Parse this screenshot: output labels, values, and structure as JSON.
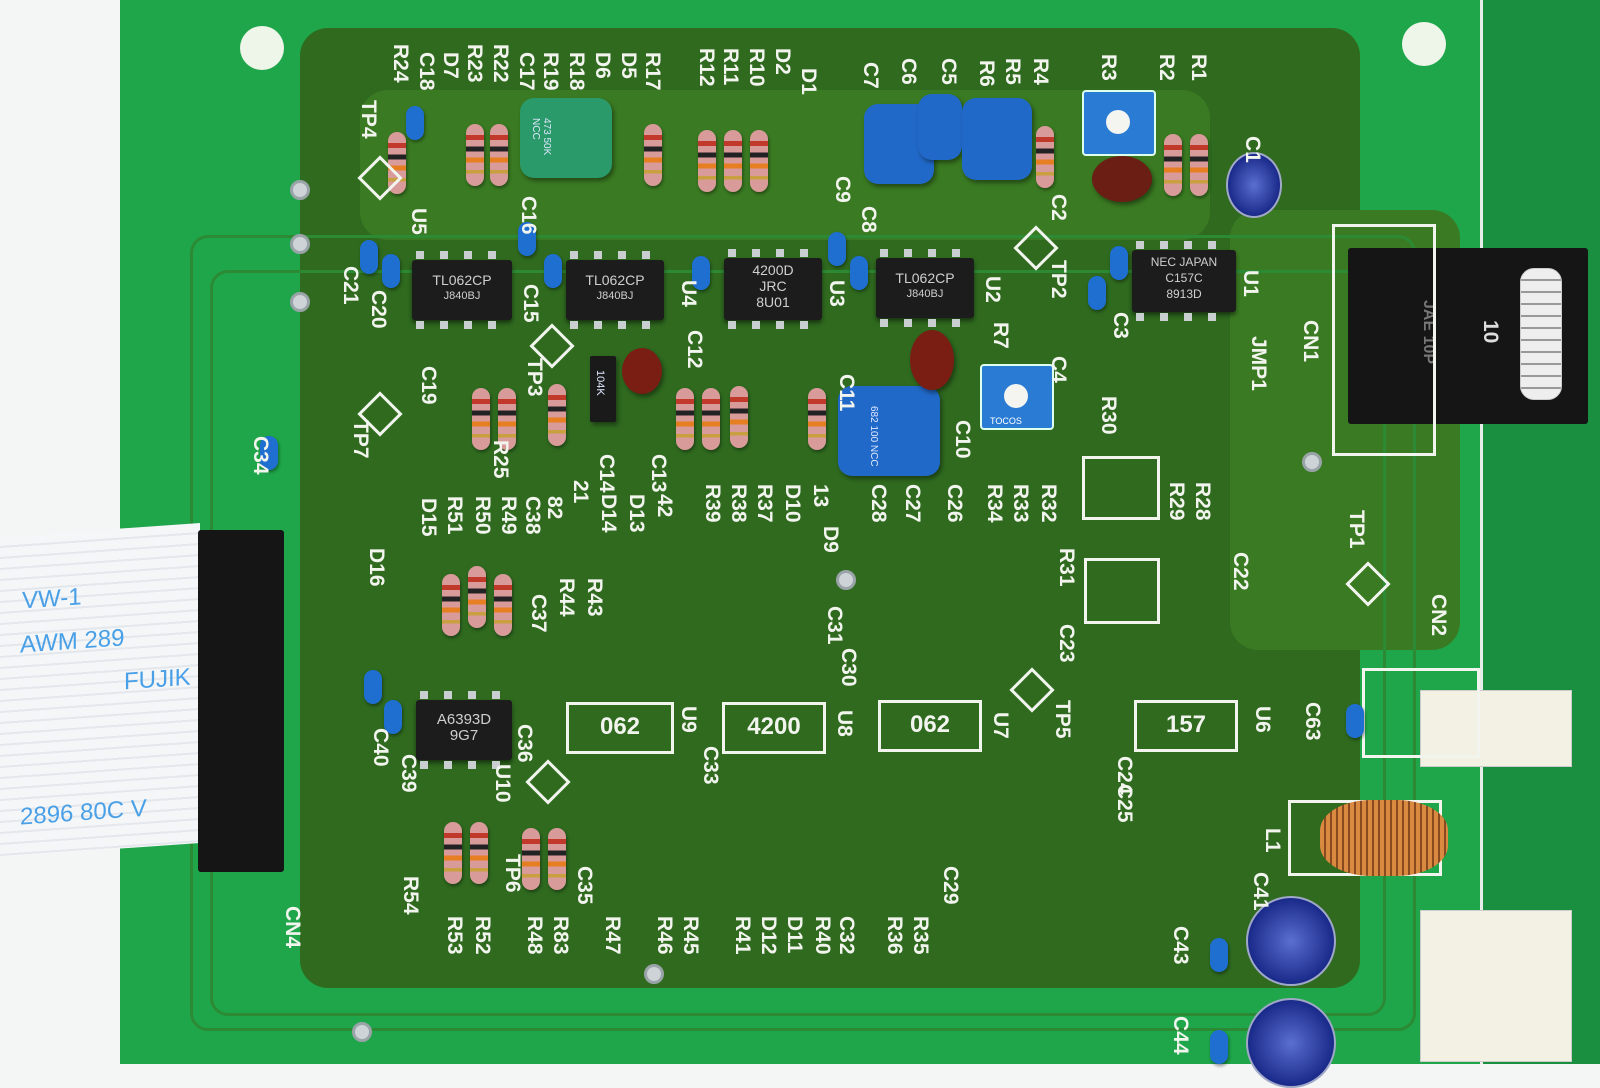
{
  "board_labels": [
    "R24",
    "C18",
    "D7",
    "R23",
    "R22",
    "C17",
    "R19",
    "R18",
    "D6",
    "D5",
    "R17",
    "R12",
    "R11",
    "R10",
    "D2",
    "D1",
    "C7",
    "C6",
    "C5",
    "R6",
    "R5",
    "R4",
    "R3",
    "R2",
    "R1",
    "C1",
    "TP4",
    "U5",
    "C16",
    "C9",
    "C8",
    "C2",
    "TP2",
    "C21",
    "C20",
    "C15",
    "U4",
    "U3",
    "U2",
    "C12",
    "U1",
    "C4",
    "C3",
    "R7",
    "JMP1",
    "CN1",
    "TP3",
    "C19",
    "TP7",
    "C34",
    "C11",
    "C10",
    "R30",
    "TP1",
    "R25",
    "21",
    "C14",
    "C13",
    "R39",
    "R38",
    "R37",
    "D10",
    "13",
    "C28",
    "C27",
    "C26",
    "R34",
    "R33",
    "R32",
    "R29",
    "R28",
    "D15",
    "R51",
    "R50",
    "R49",
    "C38",
    "82",
    "D14",
    "D13",
    "42",
    "D16",
    "D9",
    "R31",
    "C22",
    "CN2",
    "R44",
    "R43",
    "C37",
    "C31",
    "C30",
    "C23",
    "C63",
    "U9",
    "U8",
    "U7",
    "TP5",
    "U6",
    "C40",
    "C39",
    "C36",
    "U10",
    "C33",
    "C24",
    "C25",
    "L1",
    "TP6",
    "C35",
    "C29",
    "C41",
    "R54",
    "R53",
    "R52",
    "R48",
    "R83",
    "R47",
    "R46",
    "R45",
    "R41",
    "D12",
    "D11",
    "R40",
    "C32",
    "R36",
    "R35",
    "C43",
    "C44",
    "CN4"
  ],
  "chips": {
    "u5": [
      "TL062CP",
      "J840BJ"
    ],
    "u4": [
      "TL062CP",
      "J840BJ"
    ],
    "u3": [
      "4200D",
      "JRC",
      "8U01"
    ],
    "u2": [
      "TL062CP",
      "J840BJ"
    ],
    "u1": [
      "NEC JAPAN",
      "C157C",
      "8913D"
    ],
    "u10": [
      "A6393D",
      "9G7"
    ]
  },
  "footprints": [
    "062",
    "4200",
    "062",
    "157"
  ],
  "component_markings": {
    "green_cap": "473 50K NCC",
    "blue_cap": "682 100 NCC",
    "tant_cap": "104K",
    "cn1_marking": "JAE 10P",
    "cn1_number": "10",
    "trimmer": "TOCOS"
  },
  "ribbon_text": [
    "VW-1",
    "AWM 289",
    "FUJIK",
    "2896 80C V"
  ]
}
